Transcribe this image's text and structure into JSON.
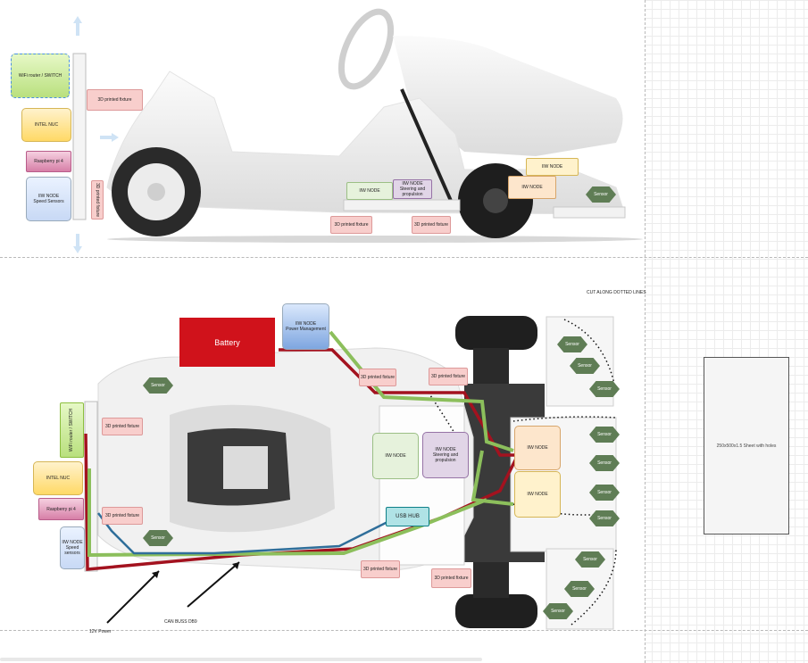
{
  "side_view": {
    "wifi": "WiFi router / SWITCH",
    "nuc": "INTEL NUC",
    "rpi": "Raspberry pi 4",
    "node_speed_title": "IIW NODE",
    "node_speed_sub": "Speed Sensors",
    "fixture_top": "3D printed fixture",
    "fixture_vertical": "3D printed fixture",
    "fixture_bottom_left": "3D printed fixture",
    "fixture_bottom_right": "3D printed fixture",
    "node_green": "IIW NODE",
    "node_steer_title": "IIW NODE",
    "node_steer_sub": "Steering and propulsion",
    "node_front_top": "IIW NODE",
    "node_front_bottom": "IIW NODE",
    "sensor": "Sensor"
  },
  "top_view": {
    "battery": "Battery",
    "node_power_title": "IIW NODE",
    "node_power_sub": "Power Management",
    "cut_label": "CUT ALONG DOTTED LINES",
    "fixture_label": "3D printed fixture",
    "wifi": "WiFi router / SWITCH",
    "nuc": "INTEL NUC",
    "rpi": "Raspberry pi 4",
    "node_speed_title": "IIW NODE",
    "node_speed_sub": "Speed sensors",
    "node_center": "IIW NODE",
    "node_steer_title": "IIW NODE",
    "node_steer_sub": "Steering and propulsion",
    "node_front_a": "IIW NODE",
    "node_front_b": "IIW NODE",
    "usb": "USB HUB",
    "sensor": "Sensor",
    "power_12v": "12V Power",
    "can_bus": "CAN BUSS DB9"
  },
  "sheet_label": "250x500x1.5 Sheet with holes",
  "colors": {
    "battery": "#d0121b",
    "power_line": "#a3121f",
    "signal_line": "#8cbf5c",
    "can_line": "#2f6e9a",
    "sensor": "#5f7d55"
  }
}
